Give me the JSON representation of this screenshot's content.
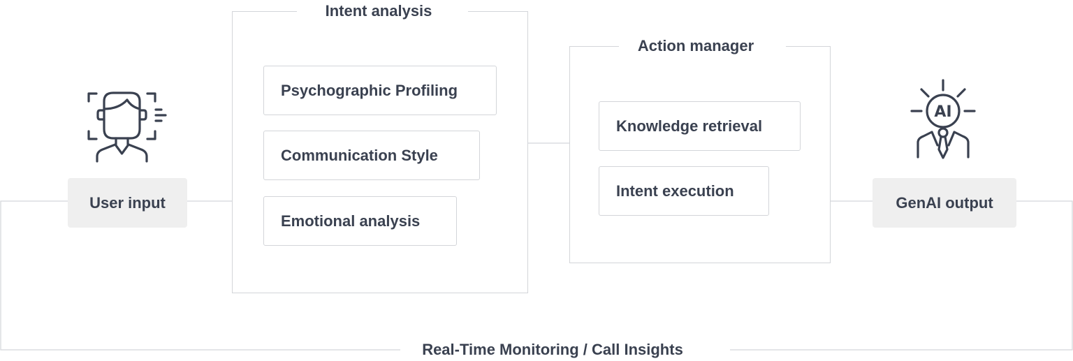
{
  "user_input": {
    "label": "User input",
    "icon": "user-face-scan-icon"
  },
  "intent_analysis": {
    "title": "Intent analysis",
    "items": [
      "Psychographic Profiling",
      "Communication Style",
      "Emotional analysis"
    ]
  },
  "action_manager": {
    "title": "Action manager",
    "items": [
      "Knowledge retrieval",
      "Intent execution"
    ]
  },
  "genai_output": {
    "label": "GenAI output",
    "icon": "ai-bulb-person-icon",
    "icon_text": "AI"
  },
  "feedback_loop": {
    "label": "Real-Time Monitoring / Call Insights"
  },
  "colors": {
    "text": "#3a4150",
    "line": "#d3d5d9",
    "io_fill": "#efefef"
  }
}
